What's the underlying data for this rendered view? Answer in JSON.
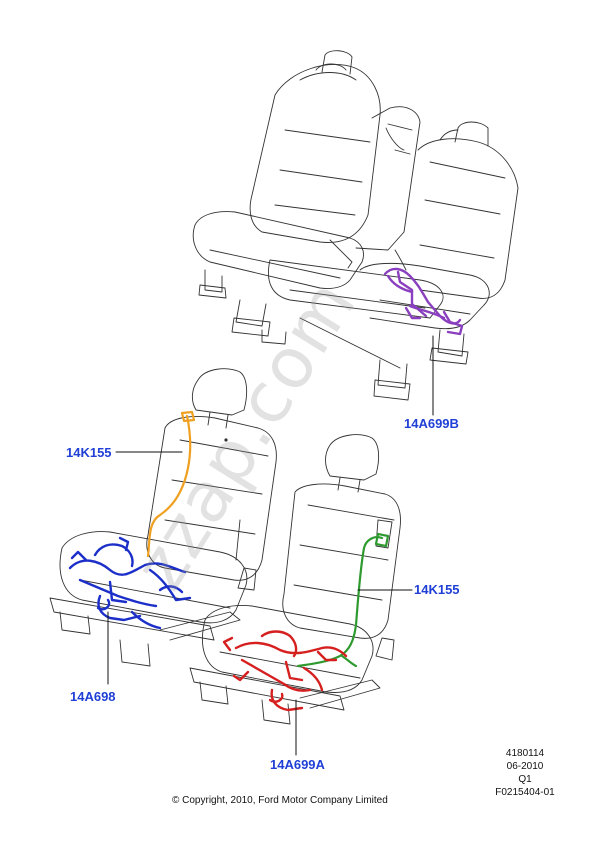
{
  "callouts": {
    "rear_harness": "14A699B",
    "front_left_backrest": "14K155",
    "front_left_cushion": "14A698",
    "front_right_backrest": "14K155",
    "front_right_cushion": "14A699A"
  },
  "watermark": "zzap.com",
  "meta": {
    "line1": "4180114",
    "line2": "06-2010",
    "line3": "Q1",
    "line4": "F0215404-01"
  },
  "copyright": "© Copyright, 2010, Ford Motor Company Limited",
  "colors": {
    "callout_text": "#1f3fd6",
    "harness_rear": "#8a3fbf",
    "harness_orange": "#f0a020",
    "harness_blue": "#1c2fc8",
    "harness_green": "#2f9a2f",
    "harness_red": "#d61f1f"
  }
}
